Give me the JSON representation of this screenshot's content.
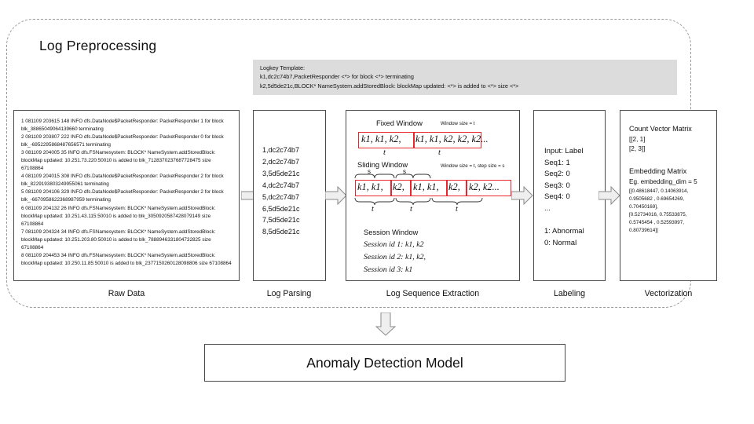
{
  "group": {
    "title": "Log Preprocessing",
    "border_color": "#9a9a9a"
  },
  "logkey_template": {
    "text": "Logkey Template:\nk1,dc2c74b7,PacketResponder <*> for block <*> terminating\nk2,5d5de21c,BLOCK* NameSystem.addStoredBlock: blockMap updated: <*> is added to <*> size <*>",
    "background": "#dcdcdc"
  },
  "stages": [
    {
      "id": "raw-data",
      "caption": "Raw Data"
    },
    {
      "id": "log-parsing",
      "caption": "Log Parsing"
    },
    {
      "id": "log-sequence-extraction",
      "caption": "Log Sequence Extraction"
    },
    {
      "id": "labeling",
      "caption": "Labeling"
    },
    {
      "id": "vectorization",
      "caption": "Vectorization"
    }
  ],
  "raw_data": {
    "text": "1 081109 203615 148 INFO dfs.DataNode$PacketResponder: PacketResponder 1 for block blk_38865049064139660 terminating\n2 081109 203807 222 INFO dfs.DataNode$PacketResponder: PacketResponder 0 for block blk_-6952295868487656571 terminating\n3 081109 204005 35 INFO dfs.FSNamesystem: BLOCK* NameSystem.addStoredBlock: blockMap updated: 10.251.73.220:50010 is added to blk_7128370237687728475 size 67108864\n4 081109 204015 308 INFO dfs.DataNode$PacketResponder: PacketResponder 2 for block blk_8229193803249955061 terminating\n5 081109 204106 329 INFO dfs.DataNode$PacketResponder: PacketResponder 2 for block blk_-6670958622368987959 terminating\n6 081109 204132 26 INFO dfs.FSNamesystem: BLOCK* NameSystem.addStoredBlock: blockMap updated: 10.251.43.115:50010 is added to blk_3050920587428079149 size 67108864\n7 081109 204324 34 INFO dfs.FSNamesystem: BLOCK* NameSystem.addStoredBlock: blockMap updated: 10.251.203.80:50010 is added to blk_7888946331804732825 size 67108864\n8 081109 204453 34 INFO dfs.FSNamesystem: BLOCK* NameSystem.addStoredBlock: blockMap updated: 10.250.11.85:50010 is added to blk_2377150260128098806 size 67108864"
  },
  "log_parsing": {
    "text": "1,dc2c74b7\n2,dc2c74b7\n3,5d5de21c\n4,dc2c74b7\n5,dc2c74b7\n6,5d5de21c\n7,5d5de21c\n8,5d5de21c"
  },
  "log_sequence_extraction": {
    "fixed_window": {
      "title": "Fixed Window",
      "param": "Window size = t",
      "segments": [
        "k1, k1, k2,",
        "k1, k1, k2, k2, k2..."
      ],
      "tick_labels": [
        "t",
        "t"
      ]
    },
    "sliding_window": {
      "title": "Sliding Window",
      "param": "Window size = t, step size = s",
      "step_labels": [
        "s",
        "s"
      ],
      "segments": [
        "k1, k1,",
        "k2,",
        "k1, k1,",
        "k2,",
        "k2, k2..."
      ],
      "tick_labels": [
        "t",
        "t",
        "t"
      ]
    },
    "session_window": {
      "title": "Session Window",
      "rows": [
        "Session id 1: k1, k2",
        "Session id 2: k1, k2,",
        "Session id 3: k1"
      ]
    },
    "highlight_color": "#e8262b"
  },
  "labeling": {
    "text": "Input: Label\nSeq1: 1\nSeq2: 0\nSeq3: 0\nSeq4: 0\n...\n\n1: Abnormal\n0: Normal"
  },
  "vectorization": {
    "count_vector_title": "Count Vector Matrix",
    "count_vector_values": "[[2, 1]\n[2, 3]]",
    "embedding_title": "Embedding Matrix",
    "embedding_note": "Eg. embedding_dim = 5",
    "embedding_values": "[[0.48618447, 0.14063914,\n0.9505682 , 0.69654269,\n0.70450169],\n[0.52734016, 0.75533875,\n0.5745454 , 0.52593997,\n0.80739614]]"
  },
  "model": {
    "label": "Anomaly Detection Model"
  },
  "arrows": {
    "fill": "#efefef",
    "stroke": "#8a8a8a"
  }
}
